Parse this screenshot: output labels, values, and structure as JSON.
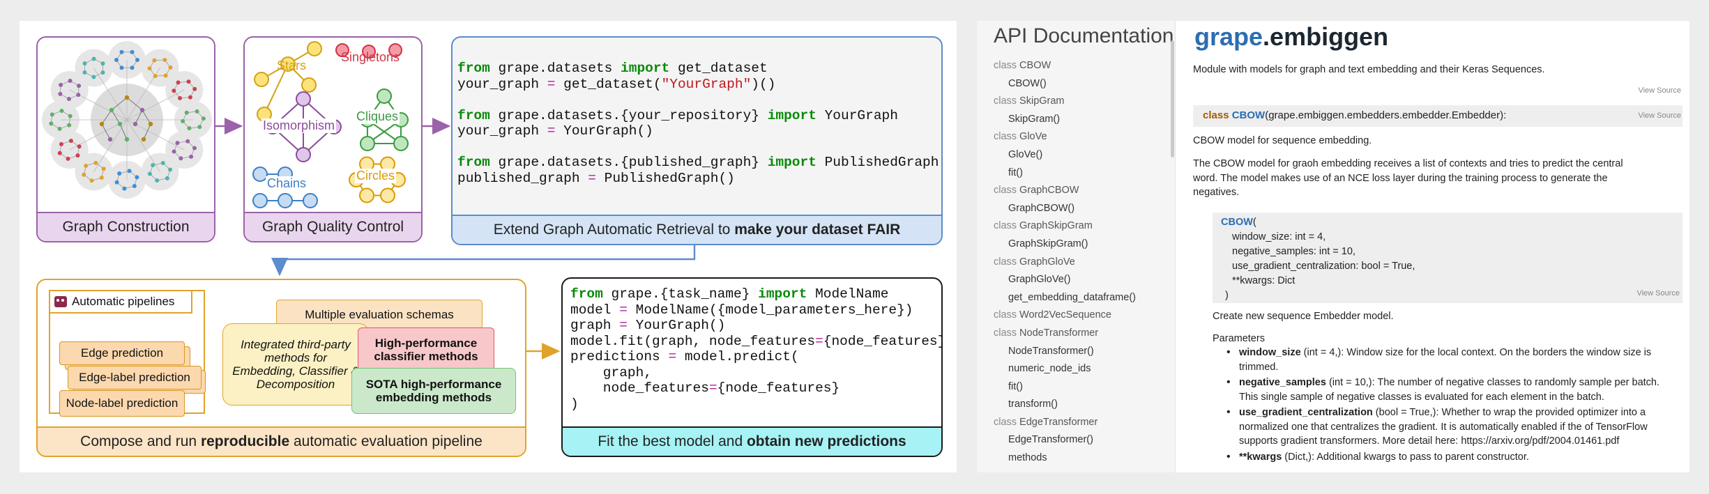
{
  "diagram": {
    "graph_construction": {
      "caption": "Graph Construction"
    },
    "quality_control": {
      "caption": "Graph Quality Control",
      "labels": {
        "stars": "Stars",
        "singletons": "Singletons",
        "isomorphism": "Isomorphism",
        "cliques": "Cliques",
        "chains": "Chains",
        "circles": "Circles"
      }
    },
    "retrieval": {
      "caption_prefix": "Extend Graph Automatic Retrieval to ",
      "caption_bold": "make your dataset FAIR",
      "code": [
        [
          {
            "t": "from",
            "c": "kw"
          },
          {
            "t": " grape.datasets "
          },
          {
            "t": "import",
            "c": "kw"
          },
          {
            "t": " get_dataset"
          }
        ],
        [
          {
            "t": "your_graph "
          },
          {
            "t": "=",
            "c": "op"
          },
          {
            "t": " get_dataset("
          },
          {
            "t": "\"YourGraph\"",
            "c": "str"
          },
          {
            "t": ")()"
          }
        ],
        [],
        [
          {
            "t": "from",
            "c": "kw"
          },
          {
            "t": " grape.datasets.{your_repository} "
          },
          {
            "t": "import",
            "c": "kw"
          },
          {
            "t": " YourGraph"
          }
        ],
        [
          {
            "t": "your_graph "
          },
          {
            "t": "=",
            "c": "op"
          },
          {
            "t": " YourGraph()"
          }
        ],
        [],
        [
          {
            "t": "from",
            "c": "kw"
          },
          {
            "t": " grape.datasets.{published_graph} "
          },
          {
            "t": "import",
            "c": "kw"
          },
          {
            "t": " PublishedGraph"
          }
        ],
        [
          {
            "t": "published_graph "
          },
          {
            "t": "=",
            "c": "op"
          },
          {
            "t": " PublishedGraph()"
          }
        ]
      ]
    },
    "evaluation": {
      "caption_prefix": "Compose and run ",
      "caption_bold": "reproducible",
      "caption_suffix": " automatic evaluation pipeline",
      "pipelines_tab": "Automatic pipelines",
      "pipeline_items": [
        "Edge prediction",
        "Edge-label prediction",
        "Node-label prediction"
      ],
      "schemas_label": "Multiple evaluation schemas",
      "third_party": "Integrated third-party methods for Embedding, Classifier & Decomposition",
      "classifier": "High-performance classifier methods",
      "embedding": "SOTA high-performance embedding methods"
    },
    "fit": {
      "caption_prefix": "Fit the best model and ",
      "caption_bold": "obtain new predictions",
      "code": [
        [
          {
            "t": "from",
            "c": "kw"
          },
          {
            "t": " grape.{task_name} "
          },
          {
            "t": "import",
            "c": "kw"
          },
          {
            "t": " ModelName"
          }
        ],
        [
          {
            "t": "model "
          },
          {
            "t": "=",
            "c": "op"
          },
          {
            "t": " ModelName({model_parameters_here})"
          }
        ],
        [
          {
            "t": "graph "
          },
          {
            "t": "=",
            "c": "op"
          },
          {
            "t": " YourGraph()"
          }
        ],
        [
          {
            "t": "model.fit(graph, node_features"
          },
          {
            "t": "=",
            "c": "op"
          },
          {
            "t": "{node_features})"
          }
        ],
        [
          {
            "t": "predictions "
          },
          {
            "t": "=",
            "c": "op"
          },
          {
            "t": " model.predict("
          }
        ],
        [
          {
            "t": "    graph,"
          }
        ],
        [
          {
            "t": "    node_features"
          },
          {
            "t": "=",
            "c": "op"
          },
          {
            "t": "{node_features}"
          }
        ],
        [
          {
            "t": ")"
          }
        ]
      ]
    },
    "colors": {
      "purple": "#9a62a8",
      "blue": "#5b8ccc",
      "orange": "#e0a32a",
      "cyan": "#a6f2f4",
      "red": "#e05a6a",
      "green": "#79c07a"
    }
  },
  "docs": {
    "sidebar_title": "API Documentation",
    "sidebar_items": [
      {
        "kind": "class",
        "name": "CBOW"
      },
      {
        "kind": "member",
        "name": "CBOW()"
      },
      {
        "kind": "class",
        "name": "SkipGram"
      },
      {
        "kind": "member",
        "name": "SkipGram()"
      },
      {
        "kind": "class",
        "name": "GloVe"
      },
      {
        "kind": "member",
        "name": "GloVe()"
      },
      {
        "kind": "member",
        "name": "fit()"
      },
      {
        "kind": "class",
        "name": "GraphCBOW"
      },
      {
        "kind": "member",
        "name": "GraphCBOW()"
      },
      {
        "kind": "class",
        "name": "GraphSkipGram"
      },
      {
        "kind": "member",
        "name": "GraphSkipGram()"
      },
      {
        "kind": "class",
        "name": "GraphGloVe"
      },
      {
        "kind": "member",
        "name": "GraphGloVe()"
      },
      {
        "kind": "member",
        "name": "get_embedding_dataframe()"
      },
      {
        "kind": "class",
        "name": "Word2VecSequence"
      },
      {
        "kind": "class",
        "name": "NodeTransformer"
      },
      {
        "kind": "member",
        "name": "NodeTransformer()"
      },
      {
        "kind": "member",
        "name": "numeric_node_ids"
      },
      {
        "kind": "member",
        "name": "fit()"
      },
      {
        "kind": "member",
        "name": "transform()"
      },
      {
        "kind": "class",
        "name": "EdgeTransformer"
      },
      {
        "kind": "member",
        "name": "EdgeTransformer()"
      },
      {
        "kind": "member",
        "name": "methods"
      }
    ],
    "class_keyword": "class",
    "module_prefix": "grape",
    "module_rest": ".embiggen",
    "module_desc": "Module with models for graph and text embedding and their Keras Sequences.",
    "view_source": "View Source",
    "class_sig_name": "CBOW",
    "class_sig_rest": "(grape.embiggen.embedders.embedder.Embedder):",
    "class_desc": "CBOW model for sequence embedding.",
    "class_long": "The CBOW model for graoh embedding receives a list of contexts and tries to predict the central word. The model makes use of an NCE loss layer during the training process to generate the negatives.",
    "sig_fn": "CBOW",
    "sig_open": "(",
    "sig_params": [
      "window_size: int = 4,",
      "negative_samples: int = 10,",
      "use_gradient_centralization: bool = True,",
      "**kwargs: Dict"
    ],
    "sig_close": ")",
    "init_desc": "Create new sequence Embedder model.",
    "params_title": "Parameters",
    "params": [
      {
        "name": "window_size",
        "type": " (int = 4,)",
        "desc": ": Window size for the local context. On the borders the window size is trimmed."
      },
      {
        "name": "negative_samples",
        "type": " (int = 10,)",
        "desc": ": The number of negative classes to randomly sample per batch. This single sample of negative classes is evaluated for each element in the batch."
      },
      {
        "name": "use_gradient_centralization",
        "type": " (bool = True,)",
        "desc": ": Whether to wrap the provided optimizer into a normalized one that centralizes the gradient. It is automatically enabled if the of TensorFlow supports gradient transformers. More detail here: https://arxiv.org/pdf/2004.01461.pdf"
      },
      {
        "name": "**kwargs",
        "type": " (Dict,)",
        "desc": ": Additional kwargs to pass to parent constructor."
      }
    ]
  }
}
